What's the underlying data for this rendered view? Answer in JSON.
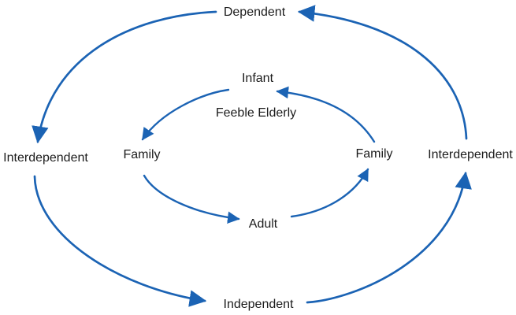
{
  "colors": {
    "arrow": "#1b63b4",
    "text": "#1c1c1c",
    "background": "#ffffff"
  },
  "outer_cycle": {
    "top_label": "Dependent",
    "left_label": "Interdependent",
    "bottom_label": "Independent",
    "right_label": "Interdependent"
  },
  "inner_cycle": {
    "top_label": "Infant",
    "center_label": "Feeble Elderly",
    "left_label": "Family",
    "bottom_label": "Adult",
    "right_label": "Family"
  }
}
